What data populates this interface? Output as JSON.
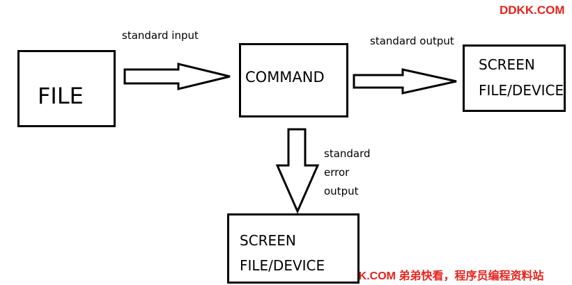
{
  "watermark": {
    "top_right": "DDKK.COM",
    "bottom_right": "DDKK.COM 弟弟快看，程序员编程资料站",
    "color": "#e8211b"
  },
  "nodes": {
    "file": {
      "label": "FILE"
    },
    "command": {
      "label": "COMMAND"
    },
    "output_target": {
      "line1": "SCREEN",
      "line2": "FILE/DEVICE"
    },
    "error_target": {
      "line1": "SCREEN",
      "line2": "FILE/DEVICE"
    }
  },
  "edges": {
    "stdin": {
      "label": "standard input"
    },
    "stdout": {
      "label": "standard output"
    },
    "stderr": {
      "line1": "standard",
      "line2": "error",
      "line3": "output"
    }
  }
}
